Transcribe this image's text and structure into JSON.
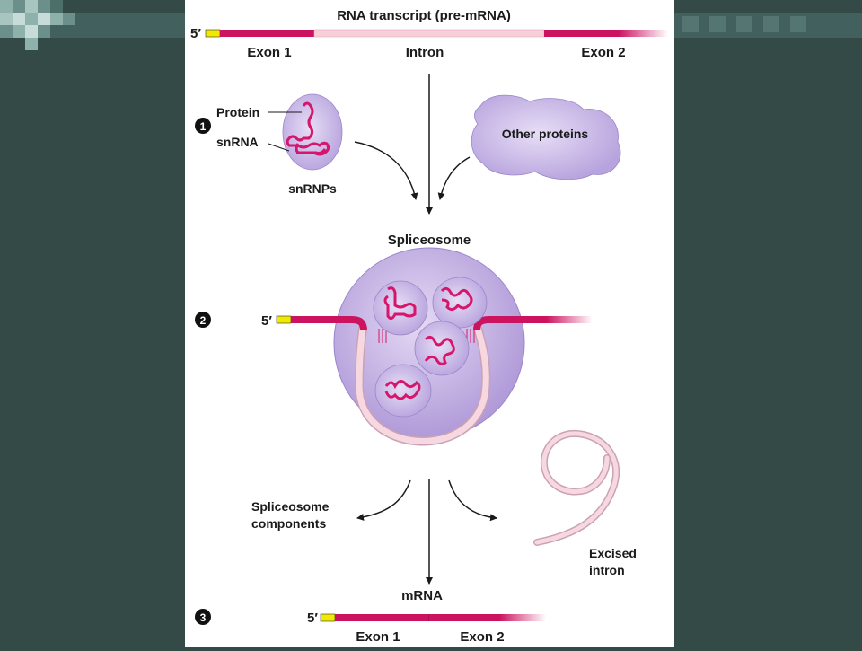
{
  "diagram": {
    "top": {
      "title": "RNA transcript (pre-mRNA)",
      "five_prime": "5′",
      "exon1": "Exon 1",
      "intron": "Intron",
      "exon2": "Exon 2"
    },
    "step1": {
      "number": "1",
      "protein": "Protein",
      "snrna": "snRNA",
      "snrnps": "snRNPs",
      "other_proteins": "Other proteins"
    },
    "step2": {
      "number": "2",
      "spliceosome": "Spliceosome",
      "five_prime": "5′",
      "components_line1": "Spliceosome",
      "components_line2": "components",
      "excised_line1": "Excised",
      "excised_line2": "intron"
    },
    "step3": {
      "number": "3",
      "mrna": "mRNA",
      "five_prime": "5′",
      "exon1": "Exon 1",
      "exon2": "Exon 2"
    }
  },
  "colors": {
    "slide_background": "#344a47",
    "exon": "#cc1360",
    "intron": "#f7cfd9",
    "cap": "#f2e900",
    "protein": "#c9b8e8"
  }
}
